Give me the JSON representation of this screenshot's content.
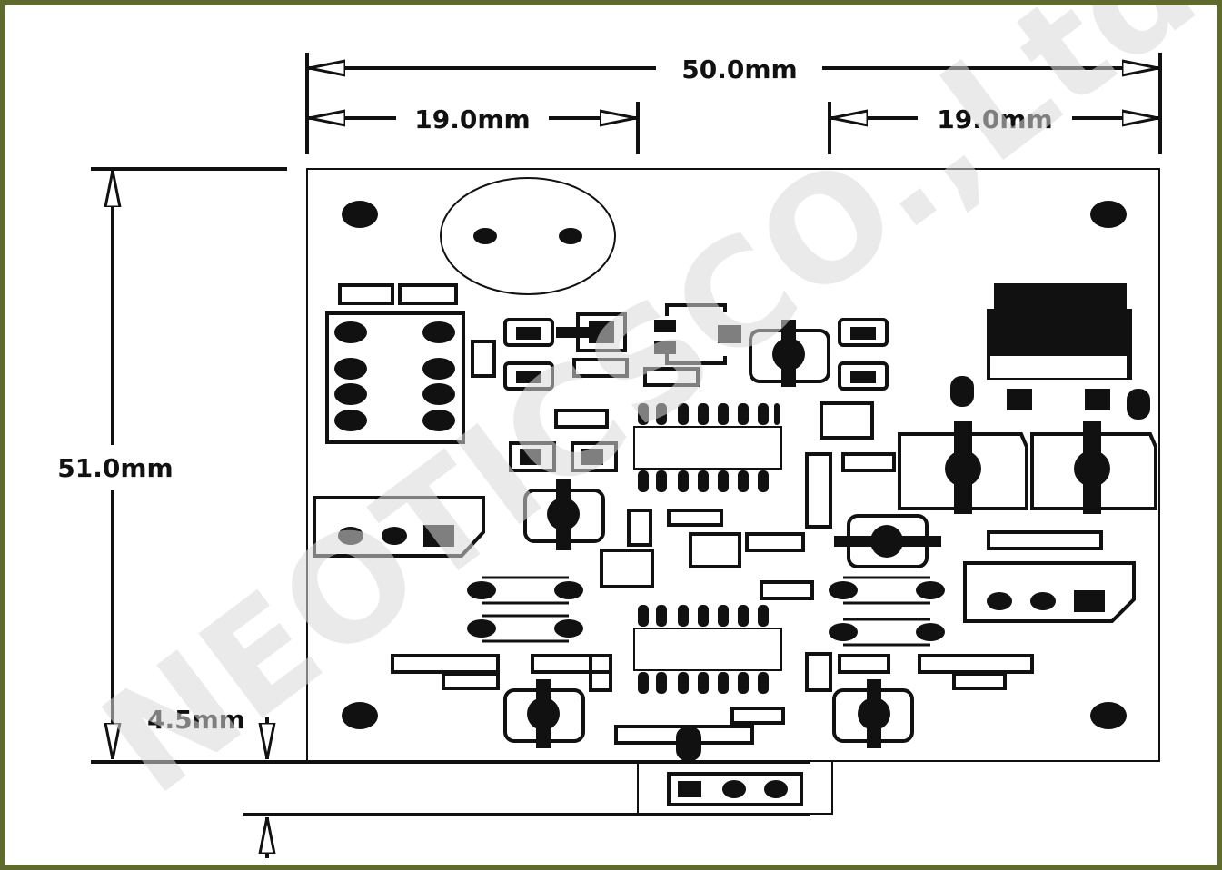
{
  "dimensions": {
    "total_width": "50.0mm",
    "left_offset": "19.0mm",
    "right_offset": "19.0mm",
    "height": "51.0mm",
    "connector_offset": "4.5mm"
  },
  "watermark": "NEOTICSCO.,Ltd",
  "colors": {
    "frame": "#5f6a2f",
    "ink": "#111111",
    "watermark": "#cfcfcf"
  }
}
